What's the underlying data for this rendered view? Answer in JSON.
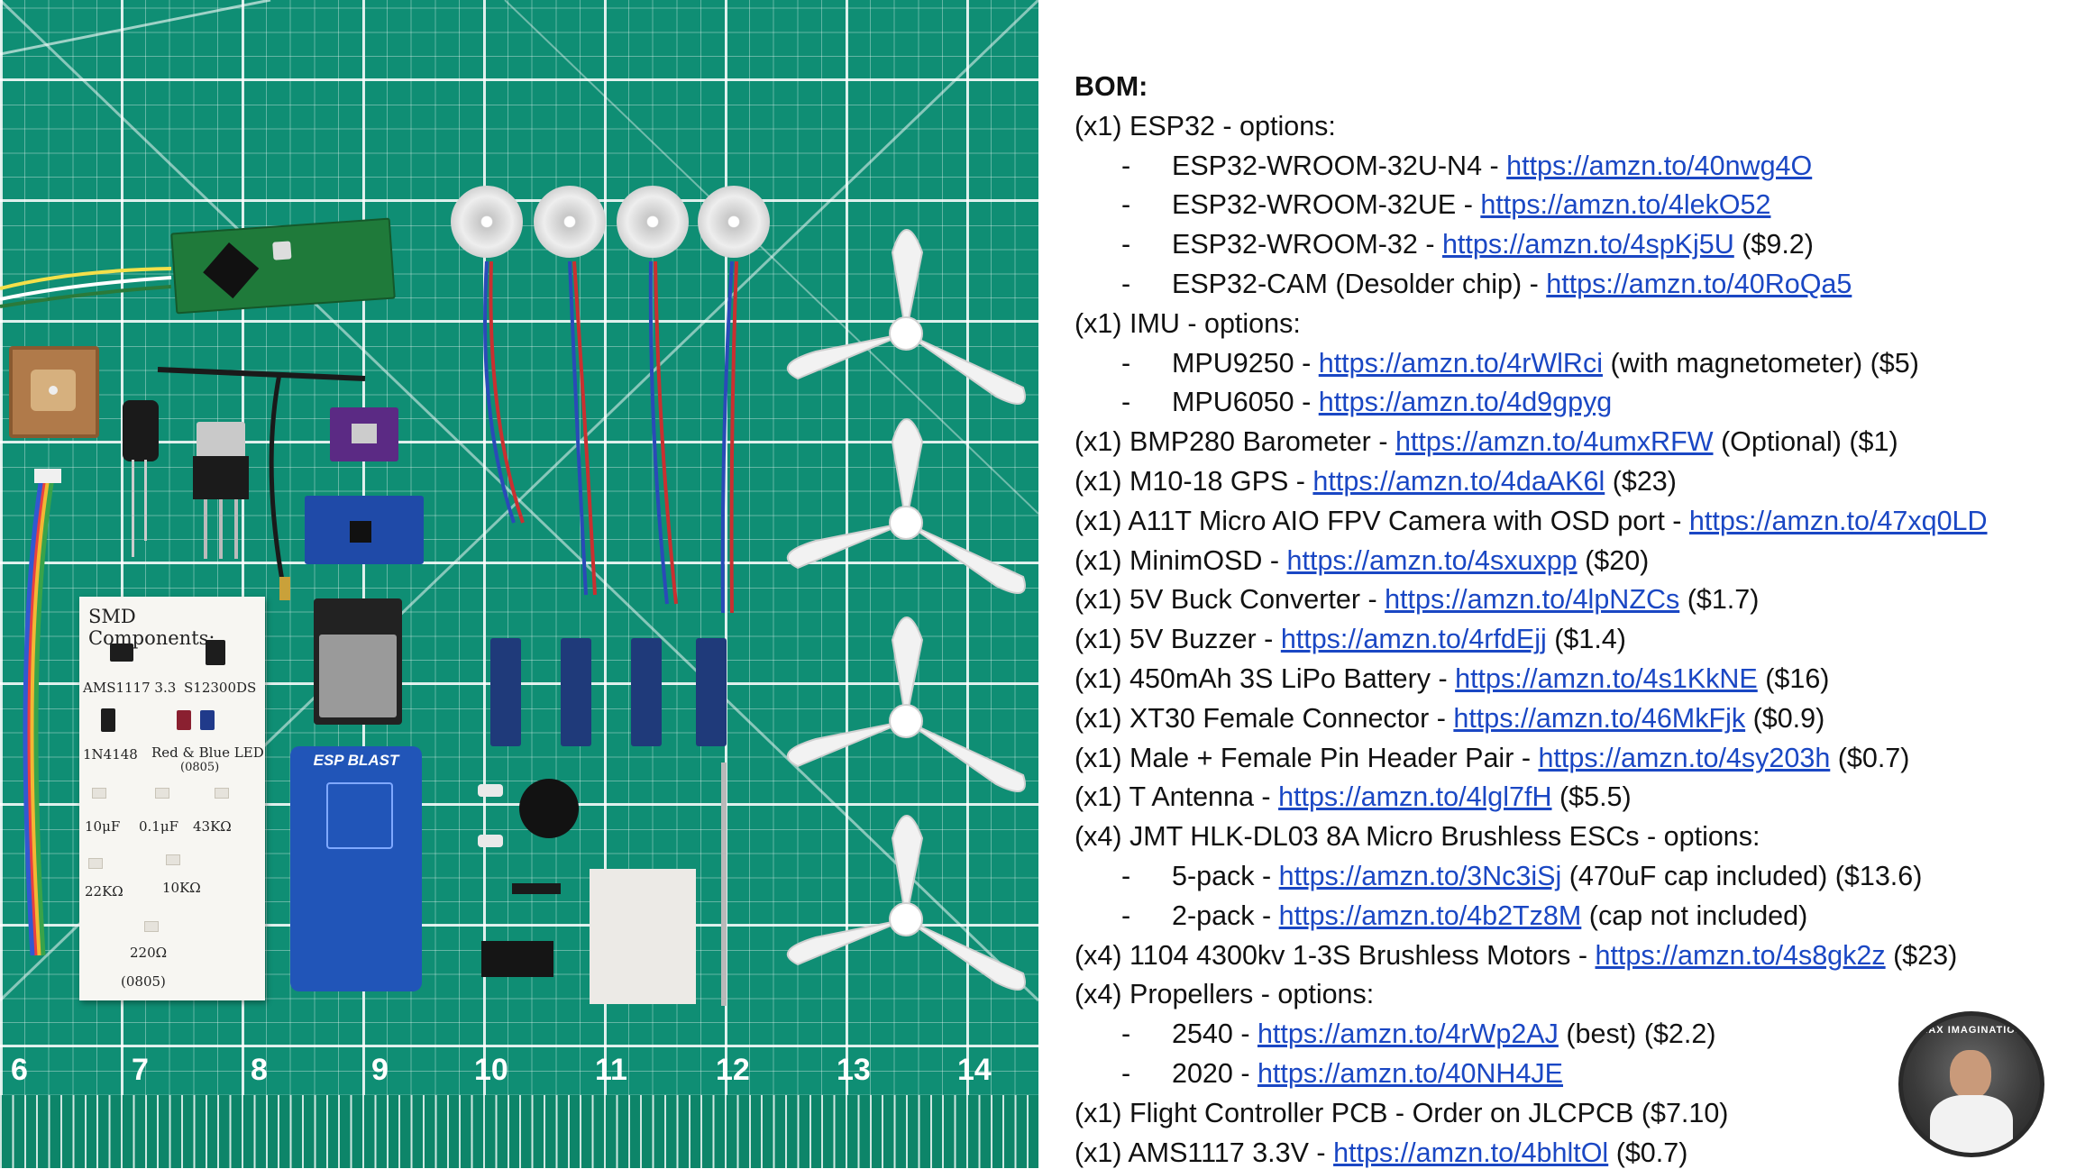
{
  "photo": {
    "ruler_numbers": [
      "6",
      "7",
      "8",
      "9",
      "10",
      "11",
      "12",
      "13",
      "14"
    ],
    "smd_card": {
      "title": "SMD Components:",
      "labels": [
        "AMS1117 3.3",
        "S12300DS",
        "1N4148",
        "Red & Blue LED",
        "(0805)",
        "10μF",
        "0.1μF",
        "43KΩ",
        "22KΩ",
        "10KΩ",
        "220Ω",
        "(0805)"
      ]
    },
    "esp_board_label": "ESP BLAST",
    "colors": {
      "mat": "#0f8e74",
      "grid": "#ffffff",
      "link": "#1a47c4"
    }
  },
  "bom": {
    "title": "BOM:",
    "lines": [
      {
        "type": "main",
        "text": "(x1) ESP32 - options:",
        "link": "",
        "after": ""
      },
      {
        "type": "sub",
        "text": "ESP32-WROOM-32U-N4 - ",
        "link": "https://amzn.to/40nwg4O",
        "after": ""
      },
      {
        "type": "sub",
        "text": "ESP32-WROOM-32UE - ",
        "link": "https://amzn.to/4lekO52",
        "after": ""
      },
      {
        "type": "sub",
        "text": "ESP32-WROOM-32 - ",
        "link": "https://amzn.to/4spKj5U",
        "after": " ($9.2)"
      },
      {
        "type": "sub",
        "text": "ESP32-CAM (Desolder chip) - ",
        "link": "https://amzn.to/40RoQa5",
        "after": ""
      },
      {
        "type": "main",
        "text": "(x1) IMU - options:",
        "link": "",
        "after": ""
      },
      {
        "type": "sub",
        "text": "MPU9250 - ",
        "link": "https://amzn.to/4rWlRci",
        "after": " (with magnetometer) ($5)"
      },
      {
        "type": "sub",
        "text": "MPU6050 - ",
        "link": "https://amzn.to/4d9gpyg",
        "after": ""
      },
      {
        "type": "main",
        "text": "(x1) BMP280 Barometer - ",
        "link": "https://amzn.to/4umxRFW",
        "after": " (Optional) ($1)"
      },
      {
        "type": "main",
        "text": "(x1) M10-18 GPS - ",
        "link": "https://amzn.to/4daAK6l",
        "after": " ($23)"
      },
      {
        "type": "main",
        "text": "(x1) A11T Micro AIO FPV Camera with OSD port - ",
        "link": "https://amzn.to/47xq0LD",
        "after": ""
      },
      {
        "type": "main",
        "text": "(x1) MinimOSD - ",
        "link": "https://amzn.to/4sxuxpp",
        "after": " ($20)"
      },
      {
        "type": "main",
        "text": "(x1) 5V Buck Converter - ",
        "link": "https://amzn.to/4lpNZCs",
        "after": " ($1.7)"
      },
      {
        "type": "main",
        "text": "(x1) 5V Buzzer - ",
        "link": "https://amzn.to/4rfdEjj",
        "after": " ($1.4)"
      },
      {
        "type": "main",
        "text": "(x1) 450mAh 3S LiPo Battery - ",
        "link": "https://amzn.to/4s1KkNE",
        "after": " ($16)"
      },
      {
        "type": "main",
        "text": "(x1) XT30 Female Connector - ",
        "link": "https://amzn.to/46MkFjk",
        "after": " ($0.9)"
      },
      {
        "type": "main",
        "text": "(x1) Male + Female Pin Header Pair - ",
        "link": "https://amzn.to/4sy203h",
        "after": " ($0.7)"
      },
      {
        "type": "main",
        "text": "(x1) T Antenna - ",
        "link": "https://amzn.to/4lgl7fH",
        "after": " ($5.5)"
      },
      {
        "type": "main",
        "text": "(x4) JMT HLK-DL03 8A Micro Brushless ESCs - options:",
        "link": "",
        "after": ""
      },
      {
        "type": "sub",
        "text": "5-pack - ",
        "link": "https://amzn.to/3Nc3iSj",
        "after": " (470uF cap included) ($13.6)"
      },
      {
        "type": "sub",
        "text": "2-pack - ",
        "link": "https://amzn.to/4b2Tz8M",
        "after": " (cap not included)"
      },
      {
        "type": "main",
        "text": "(x4) 1104 4300kv 1-3S Brushless Motors - ",
        "link": "https://amzn.to/4s8gk2z",
        "after": " ($23)"
      },
      {
        "type": "main",
        "text": "(x4) Propellers - options:",
        "link": "",
        "after": ""
      },
      {
        "type": "sub",
        "text": "2540 - ",
        "link": "https://amzn.to/4rWp2AJ",
        "after": " (best) ($2.2)"
      },
      {
        "type": "sub",
        "text": "2020 - ",
        "link": "https://amzn.to/40NH4JE",
        "after": ""
      },
      {
        "type": "main",
        "text": "(x1) Flight Controller PCB - Order on JLCPCB ($7.10)",
        "link": "",
        "after": ""
      },
      {
        "type": "main",
        "text": "(x1) AMS1117 3.3V - ",
        "link": "https://amzn.to/4bhltOl",
        "after": " ($0.7)"
      }
    ],
    "sub_dash": "-"
  },
  "avatar": {
    "ring_text": "MAX IMAGINATION"
  }
}
